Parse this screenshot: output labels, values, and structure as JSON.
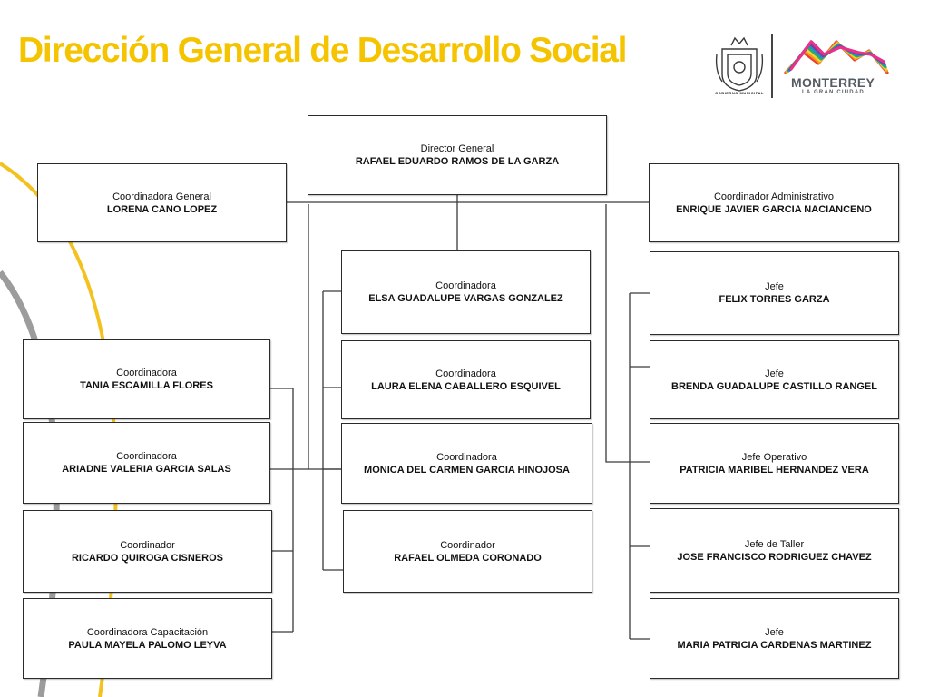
{
  "page": {
    "title": "Dirección General de Desarrollo Social",
    "colors": {
      "title": "#f5c400",
      "arc_gold": "#f4c21e",
      "arc_grey": "#9c9c9c",
      "box_border": "#2b2b2b",
      "connector": "#3a3a3a",
      "logo_text": "#555b62"
    }
  },
  "logos": {
    "seal_caption": "GOBIERNO MUNICIPAL",
    "wordmark": "MONTERREY",
    "tagline": "LA GRAN CIUDAD",
    "mark_colors": [
      "#e6402f",
      "#f59a1c",
      "#f7d33a",
      "#2eae5e",
      "#1f8fd0",
      "#7a3f98",
      "#e6328a"
    ]
  },
  "org": {
    "director": {
      "role": "Director General",
      "name": "RAFAEL EDUARDO RAMOS DE LA GARZA"
    },
    "coord_general": {
      "role": "Coordinadora General",
      "name": "LORENA CANO LOPEZ"
    },
    "coord_admin": {
      "role": "Coordinador Administrativo",
      "name": "ENRIQUE JAVIER GARCIA NACIANCENO"
    },
    "left_column": [
      {
        "role": "Coordinadora",
        "name": "TANIA ESCAMILLA FLORES"
      },
      {
        "role": "Coordinadora",
        "name": "ARIADNE VALERIA GARCIA SALAS"
      },
      {
        "role": "Coordinador",
        "name": "RICARDO QUIROGA CISNEROS"
      },
      {
        "role": "Coordinadora Capacitación",
        "name": "PAULA MAYELA PALOMO LEYVA"
      }
    ],
    "center_column": [
      {
        "role": "Coordinadora",
        "name": "ELSA GUADALUPE VARGAS GONZALEZ"
      },
      {
        "role": "Coordinadora",
        "name": "LAURA ELENA CABALLERO ESQUIVEL"
      },
      {
        "role": "Coordinadora",
        "name": "MONICA DEL CARMEN GARCIA HINOJOSA"
      },
      {
        "role": "Coordinador",
        "name": "RAFAEL OLMEDA CORONADO"
      }
    ],
    "right_column": [
      {
        "role": "Jefe",
        "name": "FELIX TORRES GARZA"
      },
      {
        "role": "Jefe",
        "name": "BRENDA GUADALUPE CASTILLO RANGEL"
      },
      {
        "role": "Jefe Operativo",
        "name": "PATRICIA MARIBEL HERNANDEZ VERA"
      },
      {
        "role": "Jefe de Taller",
        "name": "JOSE FRANCISCO RODRIGUEZ CHAVEZ"
      },
      {
        "role": "Jefe",
        "name": "MARIA PATRICIA CARDENAS MARTINEZ"
      }
    ]
  }
}
